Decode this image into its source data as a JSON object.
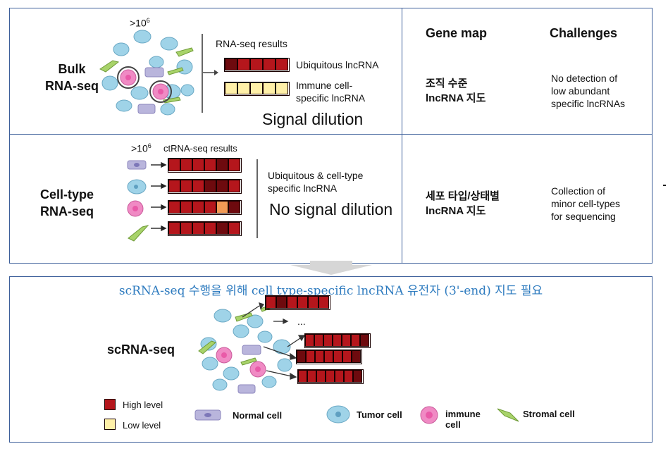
{
  "colors": {
    "frame": "#3d5f9a",
    "high": "#b5161c",
    "dark_high": "#6e0a0e",
    "mid": "#d03a2a",
    "orange": "#f29a55",
    "low": "#fff0a8",
    "tumor": "#9fd3e8",
    "normal": "#b9b5dc",
    "immune": "#f08ac4",
    "stromal": "#a8d36a",
    "highlight_text": "#2e7bbf"
  },
  "bulk": {
    "label_line1": "Bulk",
    "label_line2": "RNA-seq",
    "cell_count": ">10",
    "cell_count_exp": "6",
    "results_title": "RNA-seq results",
    "row1_label": "Ubiquitous lncRNA",
    "row2_label_line1": "Immune cell-",
    "row2_label_line2": "specific lncRNA",
    "dilution": "Signal dilution",
    "gene_map_line1": "조직 수준",
    "gene_map_line2": "lncRNA 지도",
    "challenge_line1": "No detection of",
    "challenge_line2": "low abundant",
    "challenge_line3": "specific lncRNAs"
  },
  "header": {
    "gene_map": "Gene map",
    "challenges": "Challenges"
  },
  "celltype": {
    "label_line1": "Cell-type",
    "label_line2": "RNA-seq",
    "cell_count": ">10",
    "cell_count_exp": "6",
    "results_title": "ctRNA-seq results",
    "desc_line1": "Ubiquitous & cell-type",
    "desc_line2": "specific lncRNA",
    "dilution": "No signal dilution",
    "gene_map_line1": "세포 타입/상태별",
    "gene_map_line2": "lncRNA 지도",
    "challenge_line1": "Collection of",
    "challenge_line2": "minor cell-types",
    "challenge_line3": "for sequencing"
  },
  "sc": {
    "heading": "scRNA-seq 수행을 위해 cell type-specific lncRNA 유전자 (3'-end) 지도 필요",
    "label": "scRNA-seq",
    "ellipsis": "..."
  },
  "legend": {
    "high": "High level",
    "low": "Low level",
    "normal": "Normal cell",
    "tumor": "Tumor cell",
    "immune_line1": "immune",
    "immune_line2": "cell",
    "stromal": "Stromal cell"
  },
  "bars": {
    "bulk_row1": [
      "dark_high",
      "high",
      "high",
      "high",
      "high"
    ],
    "bulk_row2": [
      "low",
      "low",
      "low",
      "low",
      "low"
    ],
    "ct_row1": [
      "high",
      "high",
      "high",
      "high",
      "dark_high",
      "high"
    ],
    "ct_row2": [
      "high",
      "high",
      "high",
      "dark_high",
      "dark_high",
      "high"
    ],
    "ct_row3": [
      "high",
      "high",
      "high",
      "high",
      "orange",
      "dark_high"
    ],
    "ct_row4": [
      "high",
      "high",
      "high",
      "high",
      "dark_high",
      "high"
    ],
    "sc_row1": [
      "high",
      "dark_high",
      "high",
      "high",
      "high",
      "high"
    ],
    "sc_row2": [
      "high",
      "high",
      "high",
      "high",
      "high",
      "high",
      "dark_high"
    ],
    "sc_row3": [
      "dark_high",
      "high",
      "high",
      "high",
      "high",
      "high",
      "dark_high"
    ],
    "sc_row4": [
      "high",
      "high",
      "high",
      "high",
      "high",
      "high",
      "dark_high"
    ]
  }
}
